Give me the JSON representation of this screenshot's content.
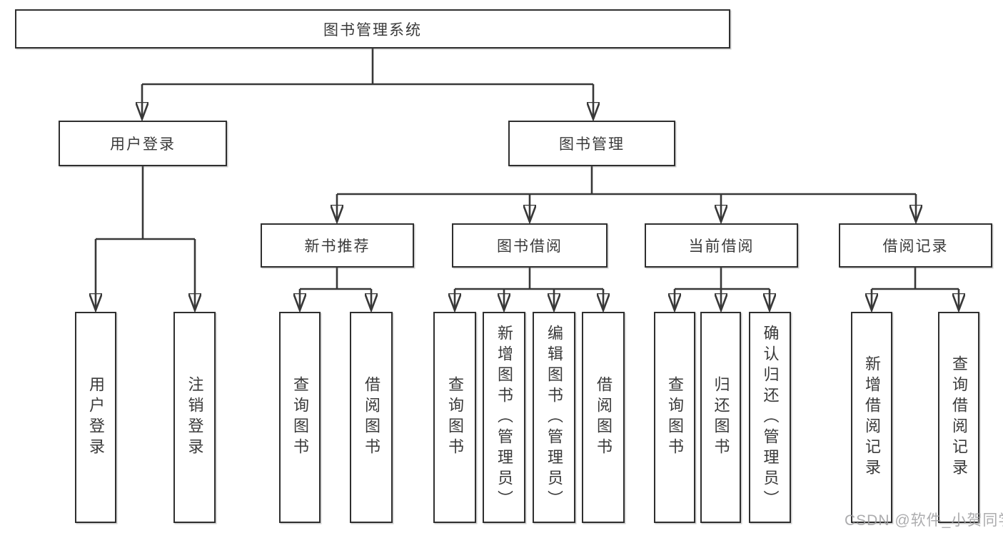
{
  "tree": {
    "root": {
      "label": "图书管理系统"
    },
    "branches": [
      {
        "label": "用户登录",
        "children": [
          {
            "label": "用户登录"
          },
          {
            "label": "注销登录"
          }
        ]
      },
      {
        "label": "图书管理",
        "children": [
          {
            "label": "新书推荐",
            "children": [
              {
                "label": "查询图书"
              },
              {
                "label": "借阅图书"
              }
            ]
          },
          {
            "label": "图书借阅",
            "children": [
              {
                "label": "查询图书"
              },
              {
                "label": "新增图书（管理员）"
              },
              {
                "label": "编辑图书（管理员）"
              },
              {
                "label": "借阅图书"
              }
            ]
          },
          {
            "label": "当前借阅",
            "children": [
              {
                "label": "查询图书"
              },
              {
                "label": "归还图书"
              },
              {
                "label": "确认归还（管理员）"
              }
            ]
          },
          {
            "label": "借阅记录",
            "children": [
              {
                "label": "新增借阅记录"
              },
              {
                "label": "查询借阅记录"
              }
            ]
          }
        ]
      }
    ]
  },
  "watermark": {
    "text": "CSDN @软件_小贺同学"
  },
  "colors": {
    "line": "#383838",
    "box_border": "#2f2f2f",
    "text": "#3a3a3a",
    "watermark": "#9e9ea0",
    "background": "#ffffff"
  }
}
